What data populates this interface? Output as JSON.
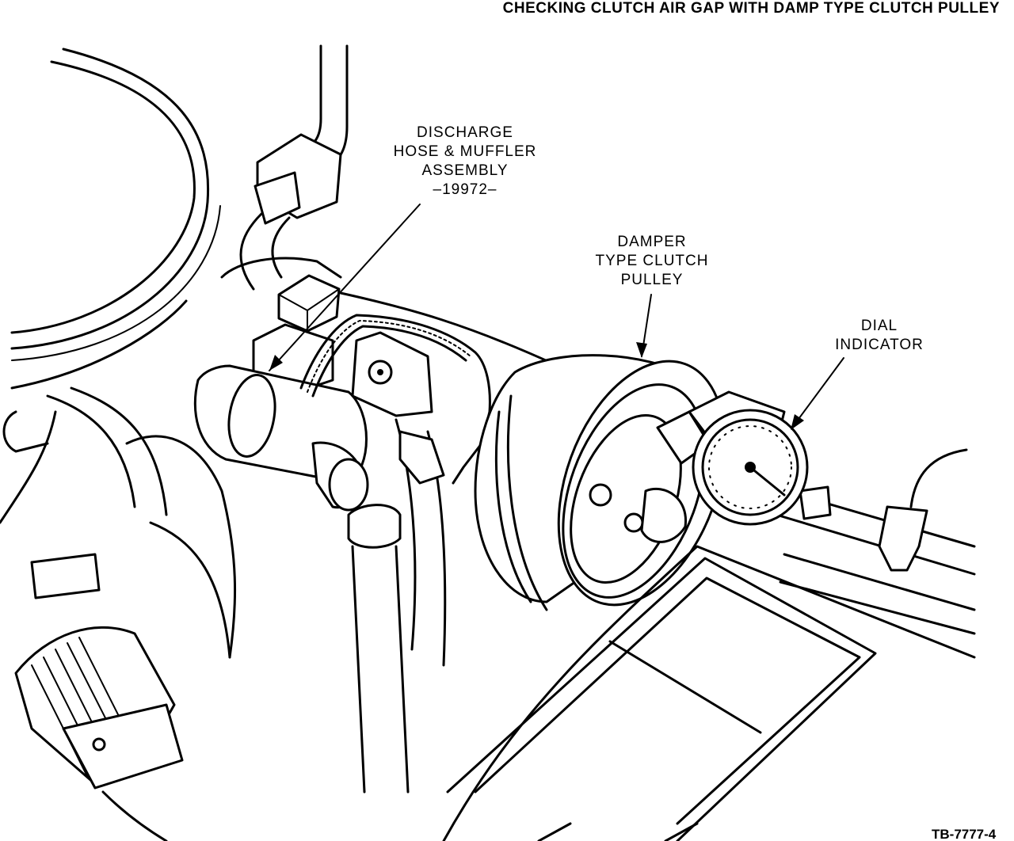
{
  "title": "CHECKING CLUTCH AIR GAP WITH DAMP TYPE CLUTCH PULLEY",
  "callouts": {
    "discharge_hose": {
      "lines": [
        "DISCHARGE",
        "HOSE & MUFFLER",
        "ASSEMBLY"
      ],
      "part_number": "–19972–"
    },
    "damper_pulley": {
      "lines": [
        "DAMPER",
        "TYPE CLUTCH",
        "PULLEY"
      ]
    },
    "dial_indicator": {
      "lines": [
        "DIAL",
        "INDICATOR"
      ]
    }
  },
  "figure_ref": "TB-7777-4"
}
